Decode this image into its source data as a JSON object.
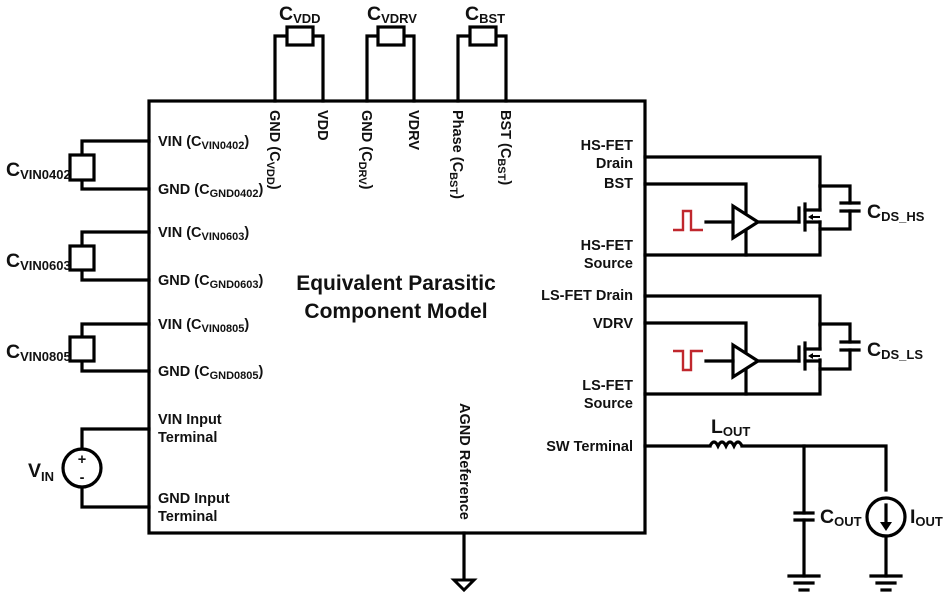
{
  "title": {
    "line1": "Equivalent Parasitic",
    "line2": "Component Model"
  },
  "top_caps": [
    {
      "name": "C",
      "sub": "VDD"
    },
    {
      "name": "C",
      "sub": "VDRV"
    },
    {
      "name": "C",
      "sub": "BST"
    }
  ],
  "top_pins": [
    {
      "label": "GND (C",
      "sub": "VDD",
      "close": ")"
    },
    {
      "label": "VDD"
    },
    {
      "label": "GND (C",
      "sub": "DRV",
      "close": ")"
    },
    {
      "label": "VDRV"
    },
    {
      "label": "Phase (C",
      "sub": "BST",
      "close": ")"
    },
    {
      "label": "BST (C",
      "sub": "BST",
      "close": ")"
    }
  ],
  "left_caps": [
    {
      "name": "C",
      "sub": "VIN0402"
    },
    {
      "name": "C",
      "sub": "VIN0603"
    },
    {
      "name": "C",
      "sub": "VIN0805"
    }
  ],
  "left_pins": [
    {
      "label": "VIN (C",
      "sub": "VIN0402",
      "close": ")"
    },
    {
      "label": "GND (C",
      "sub": "GND0402",
      "close": ")"
    },
    {
      "label": "VIN (C",
      "sub": "VIN0603",
      "close": ")"
    },
    {
      "label": "GND (C",
      "sub": "GND0603",
      "close": ")"
    },
    {
      "label": "VIN (C",
      "sub": "VIN0805",
      "close": ")"
    },
    {
      "label": "GND (C",
      "sub": "GND0805",
      "close": ")"
    }
  ],
  "vin_source": {
    "name": "V",
    "sub": "IN",
    "plus": "+",
    "minus": "-"
  },
  "input_terminals": {
    "vin_line1": "VIN Input",
    "vin_line2": "Terminal",
    "gnd_line1": "GND Input",
    "gnd_line2": "Terminal"
  },
  "right_pins": {
    "hs_drain_1": "HS-FET",
    "hs_drain_2": "Drain",
    "bst": "BST",
    "hs_source_1": "HS-FET",
    "hs_source_2": "Source",
    "ls_drain": "LS-FET Drain",
    "vdrv": "VDRV",
    "ls_source_1": "LS-FET",
    "ls_source_2": "Source",
    "sw": "SW Terminal"
  },
  "cds_hs": {
    "name": "C",
    "sub": "DS_HS"
  },
  "cds_ls": {
    "name": "C",
    "sub": "DS_LS"
  },
  "agnd": "AGND Reference",
  "lout": {
    "name": "L",
    "sub": "OUT"
  },
  "cout": {
    "name": "C",
    "sub": "OUT"
  },
  "iout": {
    "name": "I",
    "sub": "OUT"
  },
  "colors": {
    "wire": "#000000",
    "pulse": "#c0272d"
  }
}
